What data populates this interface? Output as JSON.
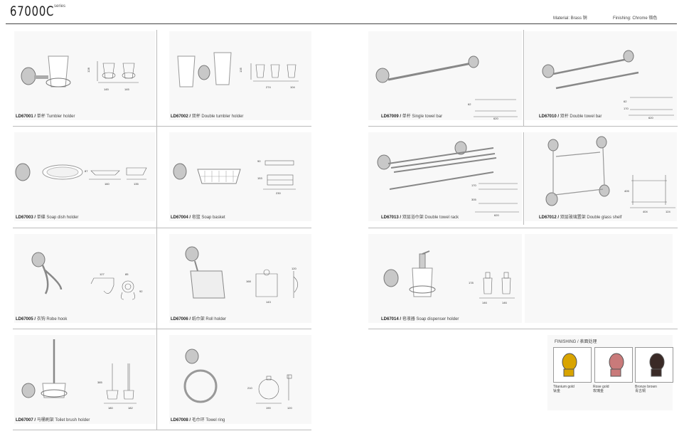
{
  "header": {
    "series": "67000C",
    "series_sub": "series",
    "material": "Material: Brass  铜",
    "finishing": "Finishing: Chrome  铬色"
  },
  "products": [
    {
      "code": "LD67001 /",
      "name": "单杯 Tumbler holder"
    },
    {
      "code": "LD67002 /",
      "name": "双杯 Double tumbler holder"
    },
    {
      "code": "LD67009 /",
      "name": "单杆 Single towel bar"
    },
    {
      "code": "LD67010 /",
      "name": "双杆 Double towel bar"
    },
    {
      "code": "LD67003 /",
      "name": "单碟 Soap dish holder"
    },
    {
      "code": "LD67004 /",
      "name": "皂篮 Soap basket"
    },
    {
      "code": "LD67013 /",
      "name": "双层浴巾架  Double towel rack"
    },
    {
      "code": "LD67012 /",
      "name": "双层玻璃置架 Double glass shelf"
    },
    {
      "code": "LD67005 /",
      "name": "衣钩 Robe hook"
    },
    {
      "code": "LD67006 /",
      "name": "纸巾架  Roll holder"
    },
    {
      "code": "LD67014 /",
      "name": "皂液器  Soap dispenser holder"
    },
    {
      "code": "LD67007 /",
      "name": "马桶刷架  Toilet brush holder"
    },
    {
      "code": "LD67008 /",
      "name": "毛巾环  Towel ring"
    }
  ],
  "dims": {
    "d1": [
      "128",
      "145",
      "145"
    ],
    "d2": [
      "135",
      "274",
      "104"
    ],
    "d9": [
      "62",
      "620"
    ],
    "d10": [
      "62",
      "170",
      "620"
    ],
    "d3": [
      "87",
      "160",
      "135"
    ],
    "d4": [
      "90",
      "153",
      "230"
    ],
    "d13": [
      "170",
      "305",
      "620"
    ],
    "d12": [
      "405",
      "404",
      "124"
    ],
    "d5": [
      "127",
      "85",
      "92"
    ],
    "d6": [
      "168",
      "143",
      "120"
    ],
    "d14": [
      "178",
      "146",
      "146"
    ],
    "d7": [
      "385",
      "180",
      "182"
    ],
    "d8": [
      "210",
      "190",
      "120"
    ]
  },
  "finishing": {
    "title": "FINISHING / 表面处理",
    "options": [
      {
        "en": "Titanium gold",
        "cn": "钛金",
        "color": "#d9a400"
      },
      {
        "en": "Rose gold",
        "cn": "玫瑰金",
        "color": "#c97a7a"
      },
      {
        "en": "Bronze brown",
        "cn": "青古铜",
        "color": "#3a2a26"
      }
    ]
  }
}
